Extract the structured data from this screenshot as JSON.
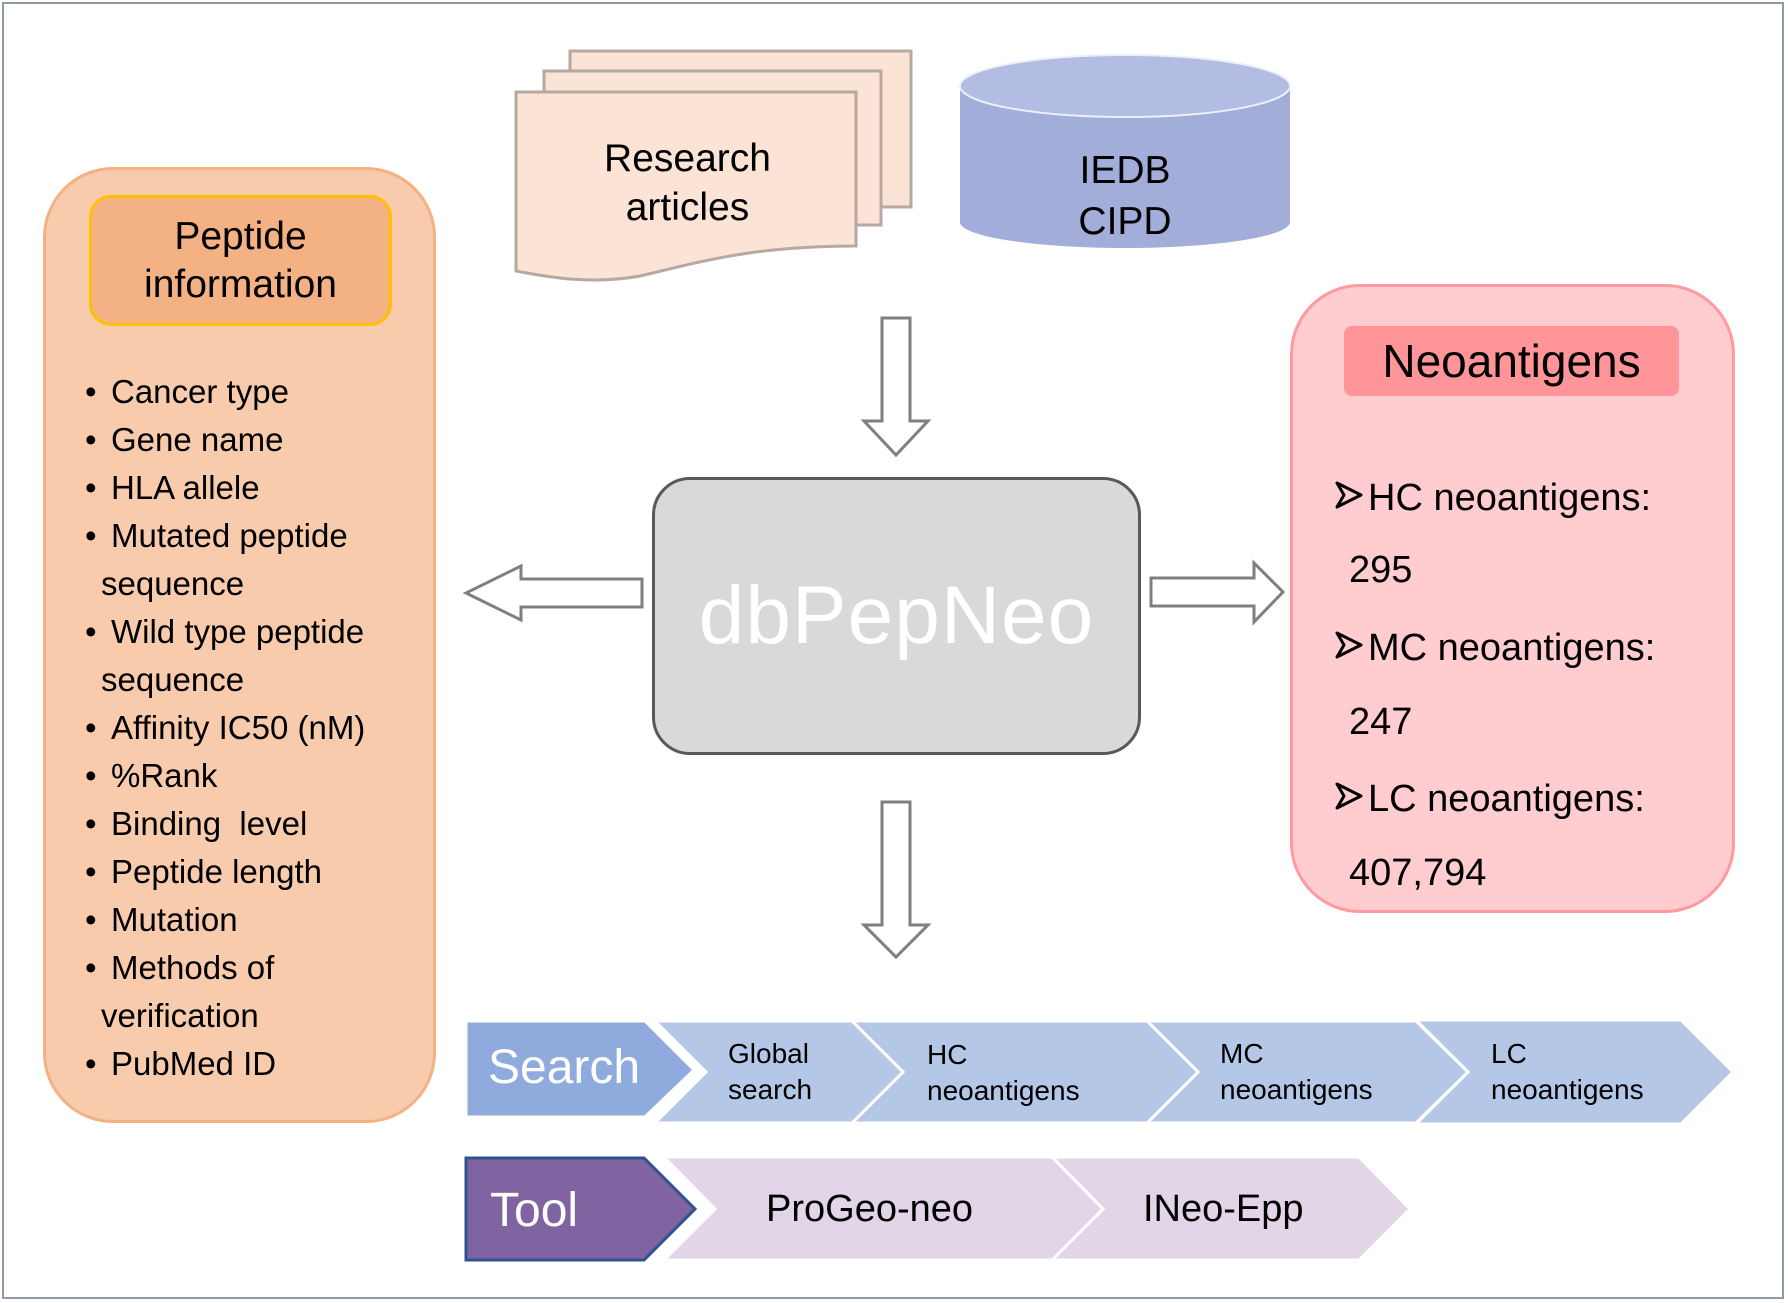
{
  "sources": {
    "articles_line1": "Research",
    "articles_line2": "articles",
    "db_line1": "IEDB",
    "db_line2": "CIPD"
  },
  "center": {
    "title": "dbPepNeo"
  },
  "peptide_info": {
    "title_line1": "Peptide",
    "title_line2": "information",
    "items": [
      [
        "Cancer type"
      ],
      [
        "Gene name"
      ],
      [
        "HLA allele"
      ],
      [
        "Mutated peptide",
        "sequence"
      ],
      [
        "Wild type peptide",
        "sequence"
      ],
      [
        "Affinity IC50 (nM)"
      ],
      [
        "%Rank"
      ],
      [
        "Binding  level"
      ],
      [
        "Peptide length"
      ],
      [
        "Mutation"
      ],
      [
        "Methods of",
        "verification"
      ],
      [
        "PubMed ID"
      ]
    ]
  },
  "neoantigens": {
    "title": "Neoantigens",
    "entries": [
      {
        "label": "HC neoantigens:",
        "value": "295"
      },
      {
        "label": "MC neoantigens:",
        "value": "247"
      },
      {
        "label": "LC neoantigens:",
        "value": "407,794"
      }
    ]
  },
  "search": {
    "label": "Search",
    "items": [
      {
        "line1": "Global",
        "line2": "search"
      },
      {
        "line1": "HC",
        "line2": "neoantigens"
      },
      {
        "line1": "MC",
        "line2": "neoantigens"
      },
      {
        "line1": "LC",
        "line2": "neoantigens"
      }
    ]
  },
  "tool": {
    "label": "Tool",
    "items": [
      "ProGeo-neo",
      "INeo-Epp"
    ]
  },
  "colors": {
    "peptide_fill": "#f8cbad",
    "peptide_title_fill": "#f4b183",
    "peptide_title_border": "#ffc000",
    "neo_fill": "#ffccd0",
    "neo_title_fill": "#ff9599",
    "center_fill": "#d9d9d9",
    "db_fill": "#a2add9",
    "doc_fill": "#fbe4d5",
    "search_head": "#8faadc",
    "search_chevron": "#b4c7e7",
    "tool_head": "#8064a2",
    "tool_chevron": "#e1d5e7"
  }
}
